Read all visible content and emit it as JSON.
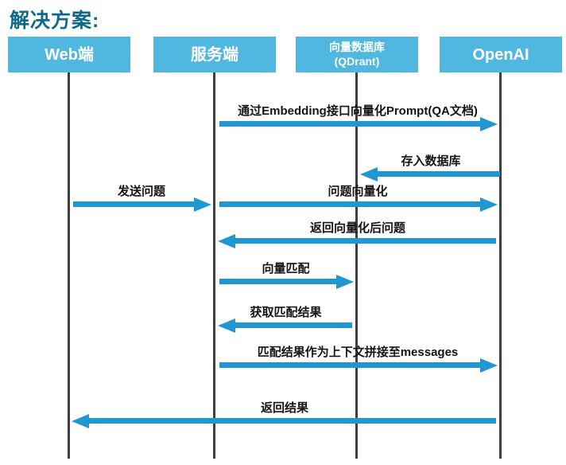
{
  "title": "解决方案:",
  "colors": {
    "title_text": "#11688c",
    "participant_box": "#50b7e0",
    "participant_text": "#ffffff",
    "arrow": "#2097d3",
    "lifeline": "#3f3f3f",
    "label_text": "#141414",
    "background": "#ffffff"
  },
  "diagram": {
    "type": "sequence-diagram",
    "participants": [
      {
        "name": "web",
        "label": "Web端"
      },
      {
        "name": "server",
        "label": "服务端"
      },
      {
        "name": "vectordb",
        "label": "向量数据库",
        "sublabel": "(QDrant)"
      },
      {
        "name": "openai",
        "label": "OpenAI"
      }
    ],
    "messages": [
      {
        "text": "通过Embedding接口向量化Prompt(QA文档)",
        "from": "服务端",
        "to": "OpenAI",
        "direction": "right"
      },
      {
        "text": "存入数据库",
        "from": "OpenAI",
        "to": "向量数据库(QDrant)",
        "direction": "left"
      },
      {
        "text": "发送问题",
        "from": "Web端",
        "to": "服务端",
        "direction": "right"
      },
      {
        "text": "问题向量化",
        "from": "服务端",
        "to": "OpenAI",
        "direction": "right"
      },
      {
        "text": "返回向量化后问题",
        "from": "OpenAI",
        "to": "服务端",
        "direction": "left"
      },
      {
        "text": "向量匹配",
        "from": "服务端",
        "to": "向量数据库(QDrant)",
        "direction": "right"
      },
      {
        "text": "获取匹配结果",
        "from": "向量数据库(QDrant)",
        "to": "服务端",
        "direction": "left"
      },
      {
        "text": "匹配结果作为上下文拼接至messages",
        "from": "服务端",
        "to": "OpenAI",
        "direction": "right"
      },
      {
        "text": "返回结果",
        "from": "OpenAI",
        "to": "Web端",
        "direction": "left"
      }
    ]
  }
}
